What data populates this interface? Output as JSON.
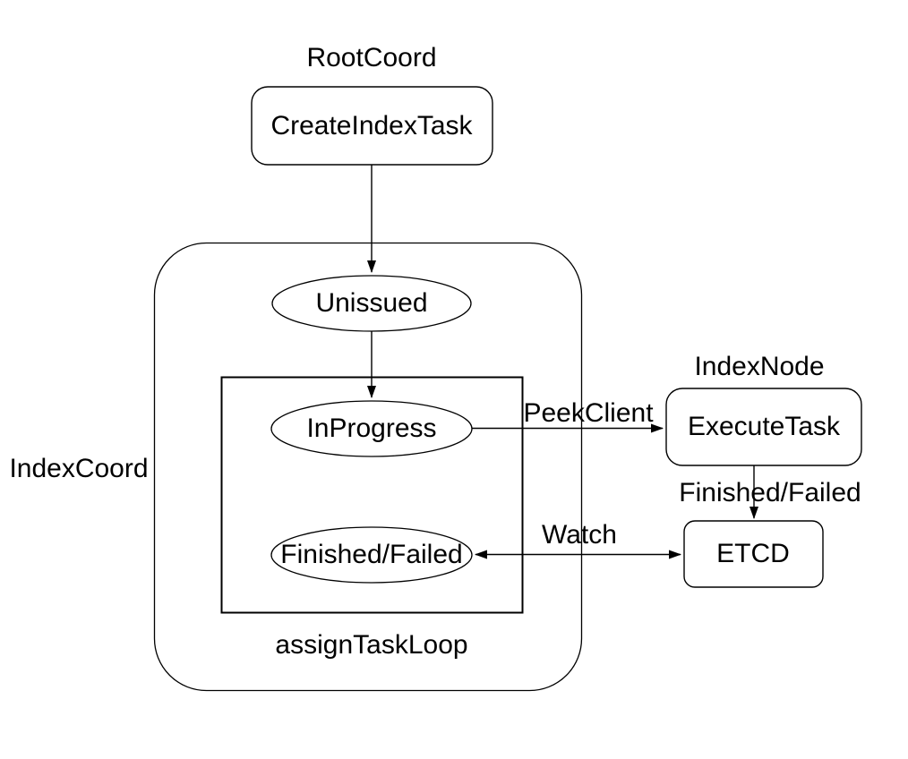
{
  "diagram": {
    "background": "#ffffff",
    "stroke_color": "#000000",
    "text_color": "#000000"
  },
  "group_labels": {
    "root_coord": "RootCoord",
    "index_coord": "IndexCoord",
    "index_node": "IndexNode",
    "assign_task_loop": "assignTaskLoop"
  },
  "nodes": {
    "create_index_task": "CreateIndexTask",
    "unissued": "Unissued",
    "in_progress": "InProgress",
    "finished_failed": "Finished/Failed",
    "execute_task": "ExecuteTask",
    "etcd": "ETCD"
  },
  "edges": {
    "peek_client": "PeekClient",
    "finished_failed": "Finished/Failed",
    "watch": "Watch"
  }
}
